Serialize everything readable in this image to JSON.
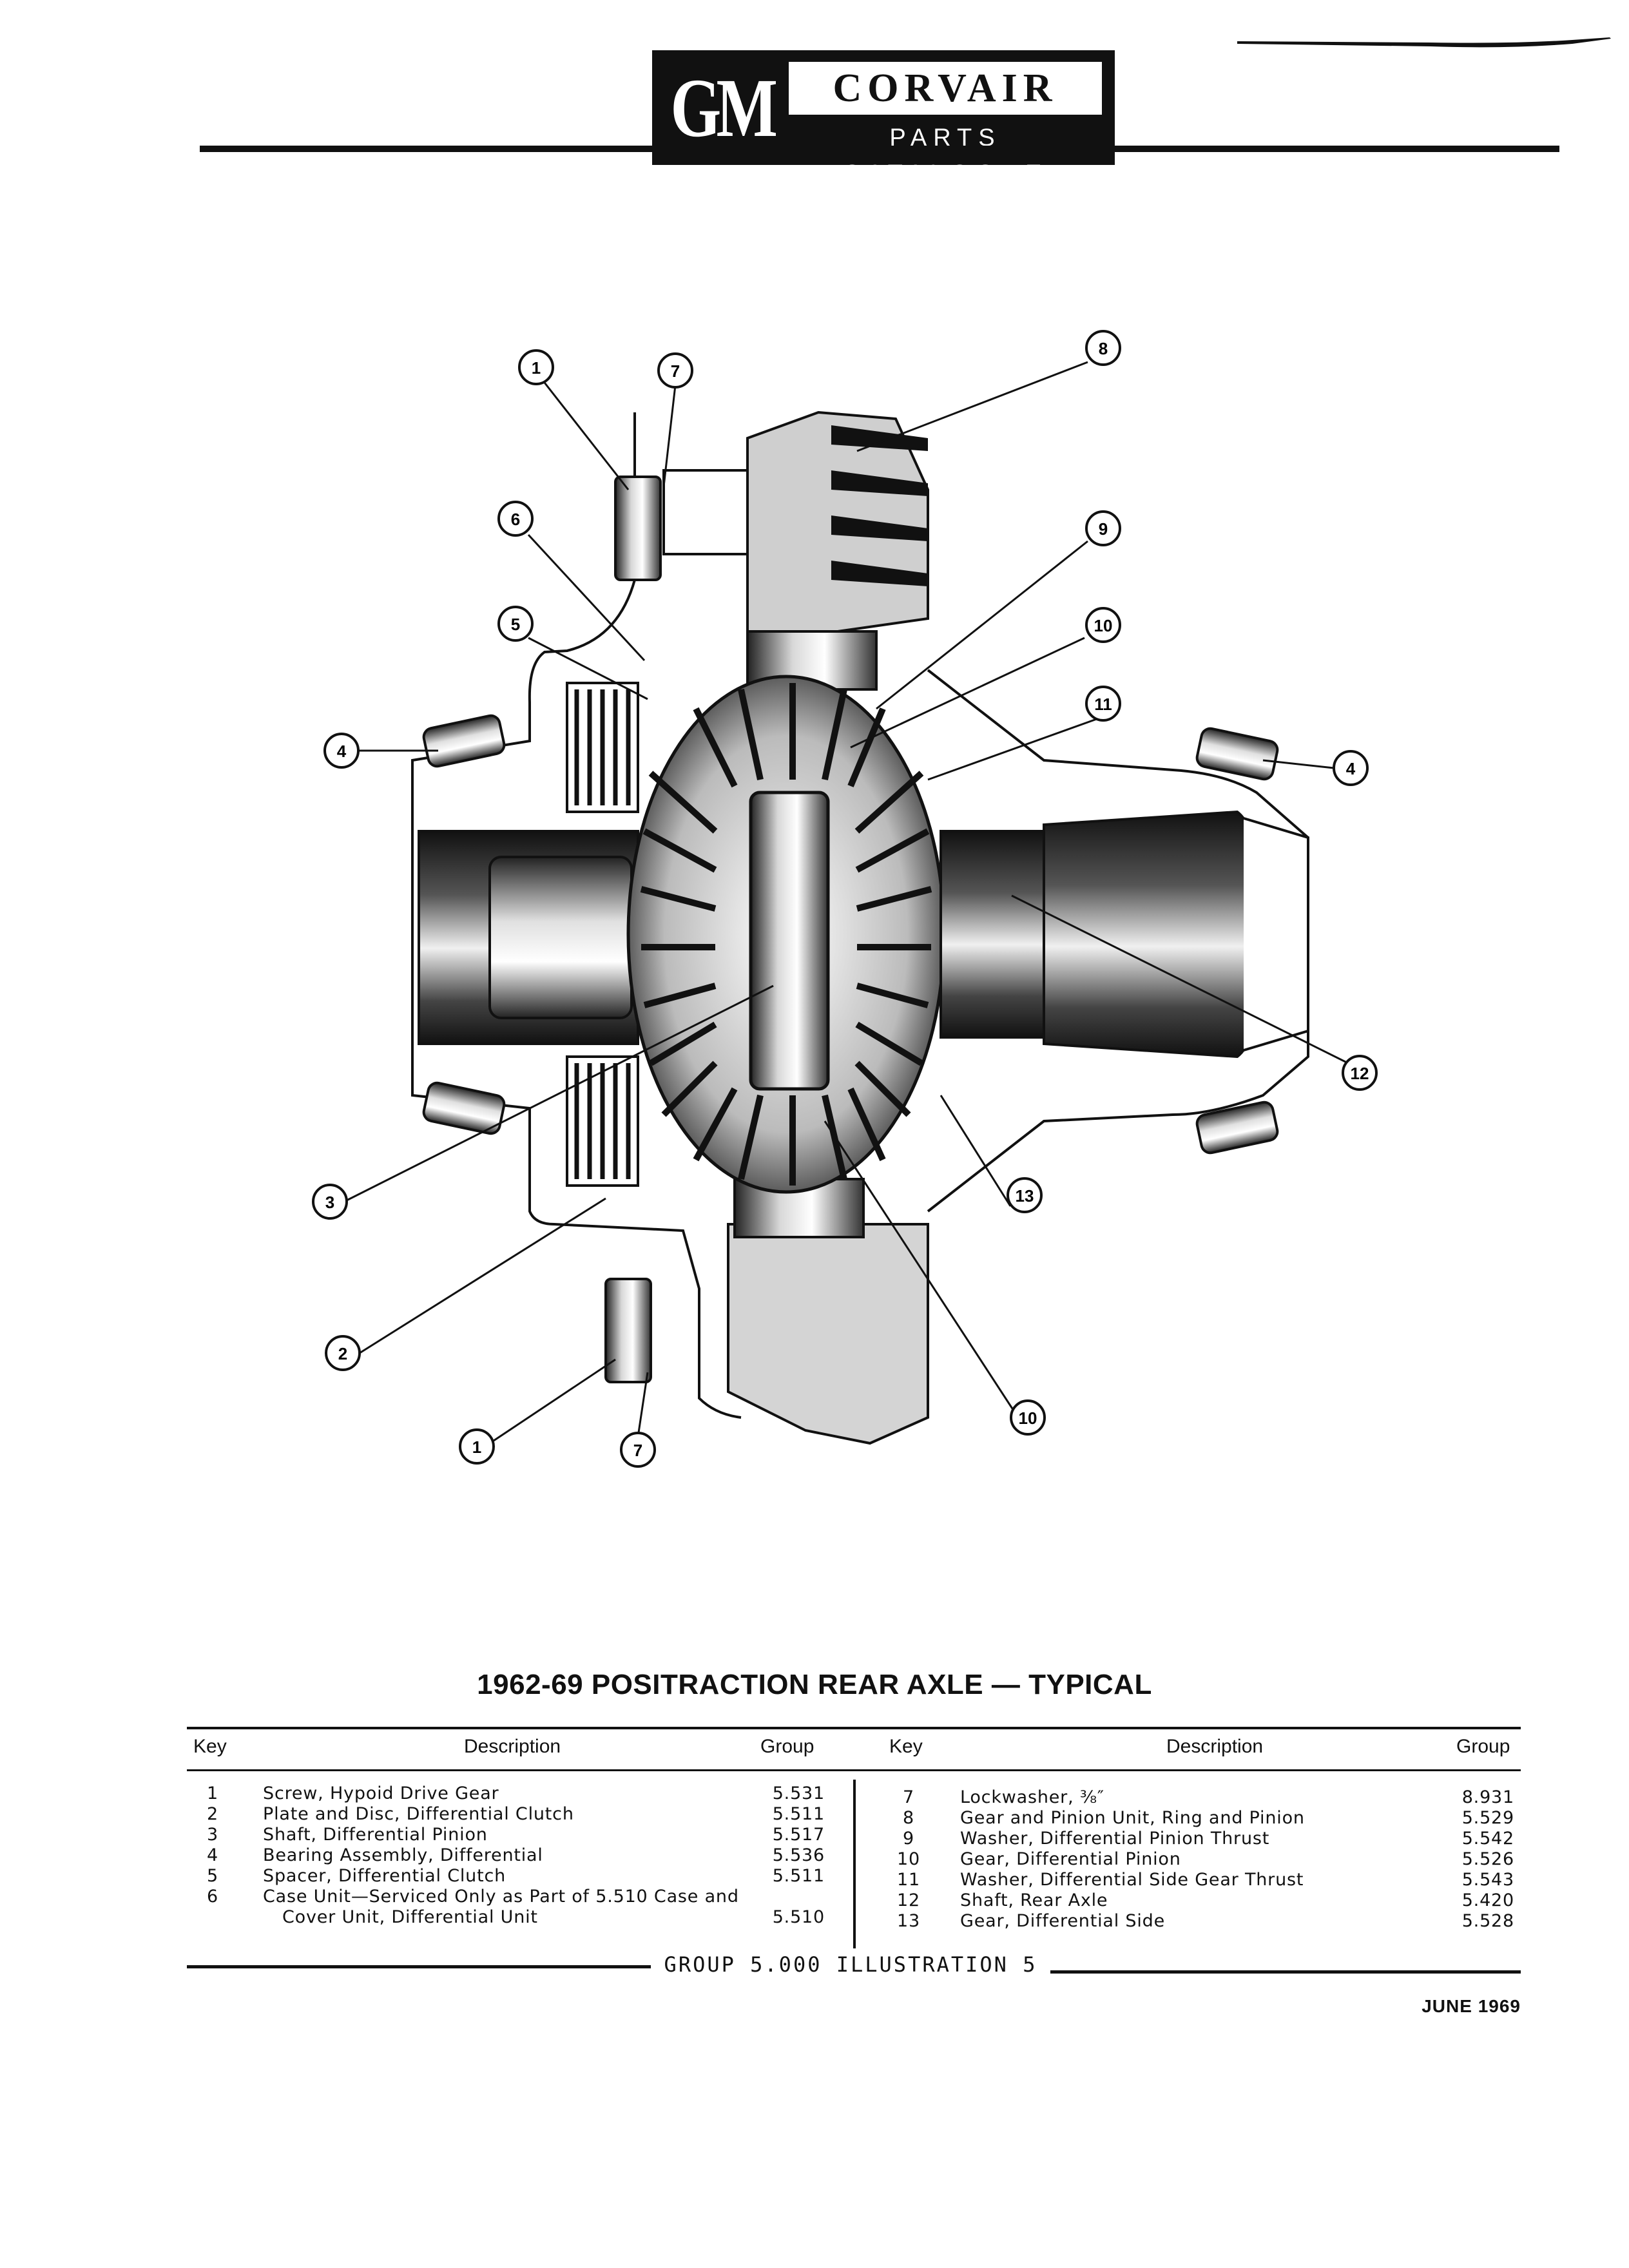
{
  "header": {
    "brand": "GM",
    "model": "CORVAIR",
    "catalogue": "PARTS CATALOGUE"
  },
  "diagram": {
    "callouts": [
      "1",
      "7",
      "8",
      "6",
      "9",
      "5",
      "10",
      "11",
      "4",
      "4",
      "12",
      "3",
      "13",
      "2",
      "10",
      "1",
      "7"
    ]
  },
  "figure": {
    "title": "1962-69 POSITRACTION REAR AXLE — TYPICAL"
  },
  "table": {
    "headers": {
      "key": "Key",
      "description": "Description",
      "group": "Group"
    },
    "left": [
      {
        "key": "1",
        "description": "Screw, Hypoid Drive Gear",
        "group": "5.531"
      },
      {
        "key": "2",
        "description": "Plate and Disc, Differential Clutch",
        "group": "5.511"
      },
      {
        "key": "3",
        "description": "Shaft, Differential Pinion",
        "group": "5.517"
      },
      {
        "key": "4",
        "description": "Bearing Assembly, Differential",
        "group": "5.536"
      },
      {
        "key": "5",
        "description": "Spacer, Differential Clutch",
        "group": "5.511"
      },
      {
        "key": "6",
        "description": "Case Unit—Serviced Only as Part of 5.510 Case and",
        "group": ""
      },
      {
        "key": "",
        "description": "Cover Unit, Differential Unit",
        "group": "5.510"
      }
    ],
    "right": [
      {
        "key": "7",
        "description": "Lockwasher, ⅜″",
        "group": "8.931"
      },
      {
        "key": "8",
        "description": "Gear and Pinion Unit, Ring and Pinion",
        "group": "5.529"
      },
      {
        "key": "9",
        "description": "Washer, Differential Pinion Thrust",
        "group": "5.542"
      },
      {
        "key": "10",
        "description": "Gear, Differential Pinion",
        "group": "5.526"
      },
      {
        "key": "11",
        "description": "Washer, Differential Side Gear Thrust",
        "group": "5.543"
      },
      {
        "key": "12",
        "description": "Shaft, Rear Axle",
        "group": "5.420"
      },
      {
        "key": "13",
        "description": "Gear, Differential Side",
        "group": "5.528"
      }
    ]
  },
  "footer": {
    "caption": "GROUP 5.000 ILLUSTRATION 5",
    "date": "JUNE 1969"
  }
}
